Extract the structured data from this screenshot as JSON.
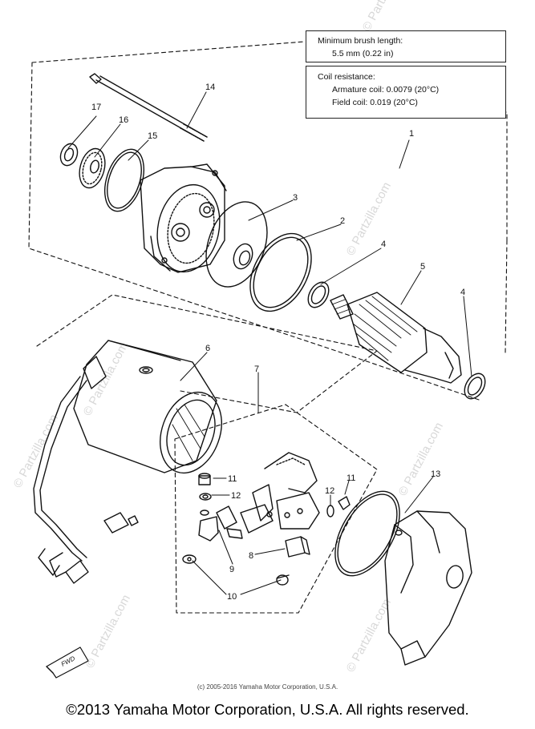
{
  "specs": {
    "brush_title": "Minimum brush length:",
    "brush_value": "5.5 mm (0.22 in)",
    "coil_title": "Coil resistance:",
    "armature": "Armature coil: 0.0079 (20°C)",
    "field": "Field coil: 0.019 (20°C)"
  },
  "callouts": {
    "c14": "14",
    "c17": "17",
    "c16": "16",
    "c15": "15",
    "c1": "1",
    "c3": "3",
    "c2": "2",
    "c4a": "4",
    "c5": "5",
    "c4b": "4",
    "c6": "6",
    "c7": "7",
    "c11a": "11",
    "c12a": "12",
    "c12b": "12",
    "c11b": "11",
    "c13": "13",
    "c8": "8",
    "c9": "9",
    "c10": "10"
  },
  "fwd_label": "FWD",
  "watermark": "© Partzilla.com",
  "copyright_small": "(c) 2005-2016 Yamaha Motor Corporation, U.S.A.",
  "copyright_main": "©2013 Yamaha Motor Corporation, U.S.A. All rights reserved."
}
